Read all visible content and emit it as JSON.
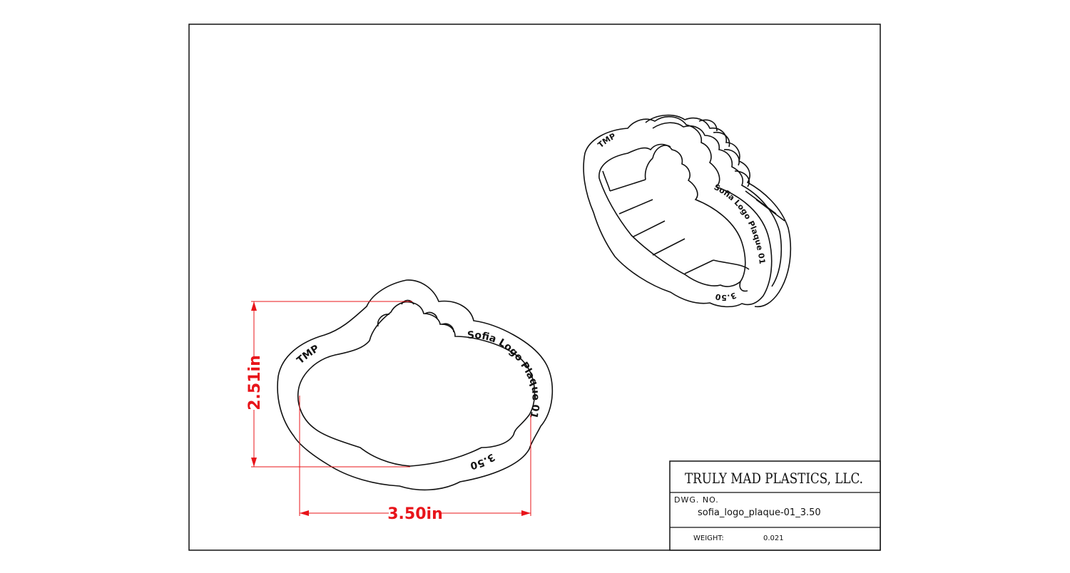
{
  "title_block": {
    "company": "TRULY MAD PLASTICS, LLC.",
    "dwg_no_label": "DWG. NO.",
    "dwg_no_value": "sofia_logo_plaque-01_3.50",
    "weight_label": "WEIGHT:",
    "weight_value": "0.021"
  },
  "dimensions": {
    "height": "2.51in",
    "width": "3.50in"
  },
  "cutter_text": {
    "left": "TMP",
    "right": "Sofia Logo Plaque 01",
    "bottom": "3.50"
  },
  "colors": {
    "dimension": "#e8141a",
    "outline": "#111111"
  }
}
